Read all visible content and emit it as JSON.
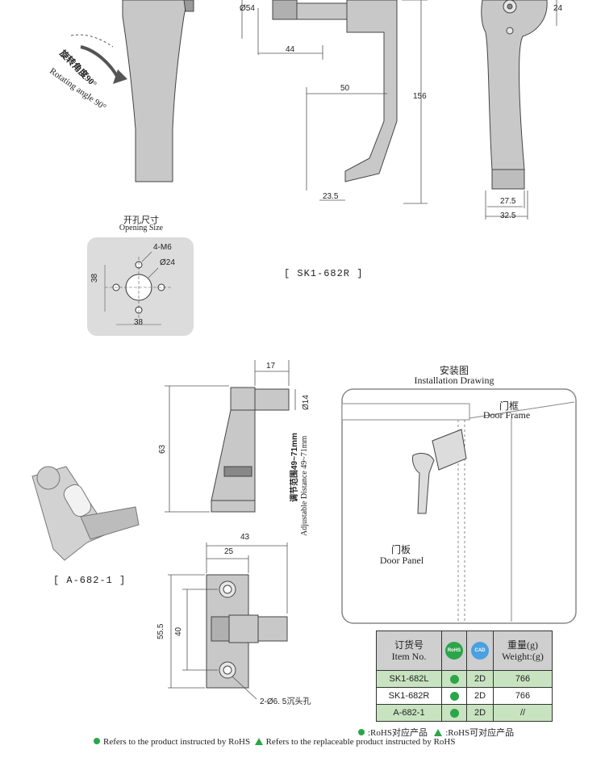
{
  "top": {
    "rotation_cn": "旋转角度90°",
    "rotation_en": "Rotating angle 90°",
    "dims": {
      "d54": "Ø54",
      "d44": "44",
      "d50": "50",
      "d156": "156",
      "d235": "23.5",
      "d24": "24",
      "d275": "27.5",
      "d325": "32.5"
    }
  },
  "opening": {
    "title_cn": "开孔尺寸",
    "title_en": "Opening Size",
    "thread": "4-M6",
    "hole": "Ø24",
    "w": "38",
    "h": "38"
  },
  "product_code": "[ SK1-682R ]",
  "bracket": {
    "d17": "17",
    "d14": "Ø14",
    "d63": "63",
    "adjust_cn": "调节范围49~71mm",
    "adjust_en": "Adjustable Distance 49~71mm",
    "d43": "43",
    "d25": "25",
    "d555": "55.5",
    "d40": "40",
    "hole_note": "2-Ø6. 5沉头孔",
    "code": "[ A-682-1 ]"
  },
  "install": {
    "title_cn": "安装图",
    "title_en": "Installation Drawing",
    "frame_cn": "门框",
    "frame_en": "Door Frame",
    "panel_cn": "门板",
    "panel_en": "Door Panel"
  },
  "table": {
    "header_item_cn": "订货号",
    "header_item_en": "Item No.",
    "rohs_badge": "RoHS",
    "cad_badge": "CAD",
    "header_weight_cn": "重量(g)",
    "header_weight_en": "Weight:(g)",
    "rows": [
      {
        "item": "SK1-682L",
        "cad": "2D",
        "weight": "766"
      },
      {
        "item": "SK1-682R",
        "cad": "2D",
        "weight": "766"
      },
      {
        "item": "A-682-1",
        "cad": "2D",
        "weight": "//"
      }
    ]
  },
  "legend": {
    "cn_rohs": ":RoHS对应产品",
    "cn_replace": ":RoHS可对应产品",
    "en_rohs": "Refers to the product instructed by RoHS",
    "en_replace": "Refers to the replaceable product instructed by RoHS"
  },
  "colors": {
    "part_fill": "#c8c8c8",
    "panel_fill": "#dcdcdc",
    "green": "#2ca54a",
    "rohs_green": "#2ca54a",
    "cad_blue": "#4aa0e0"
  }
}
